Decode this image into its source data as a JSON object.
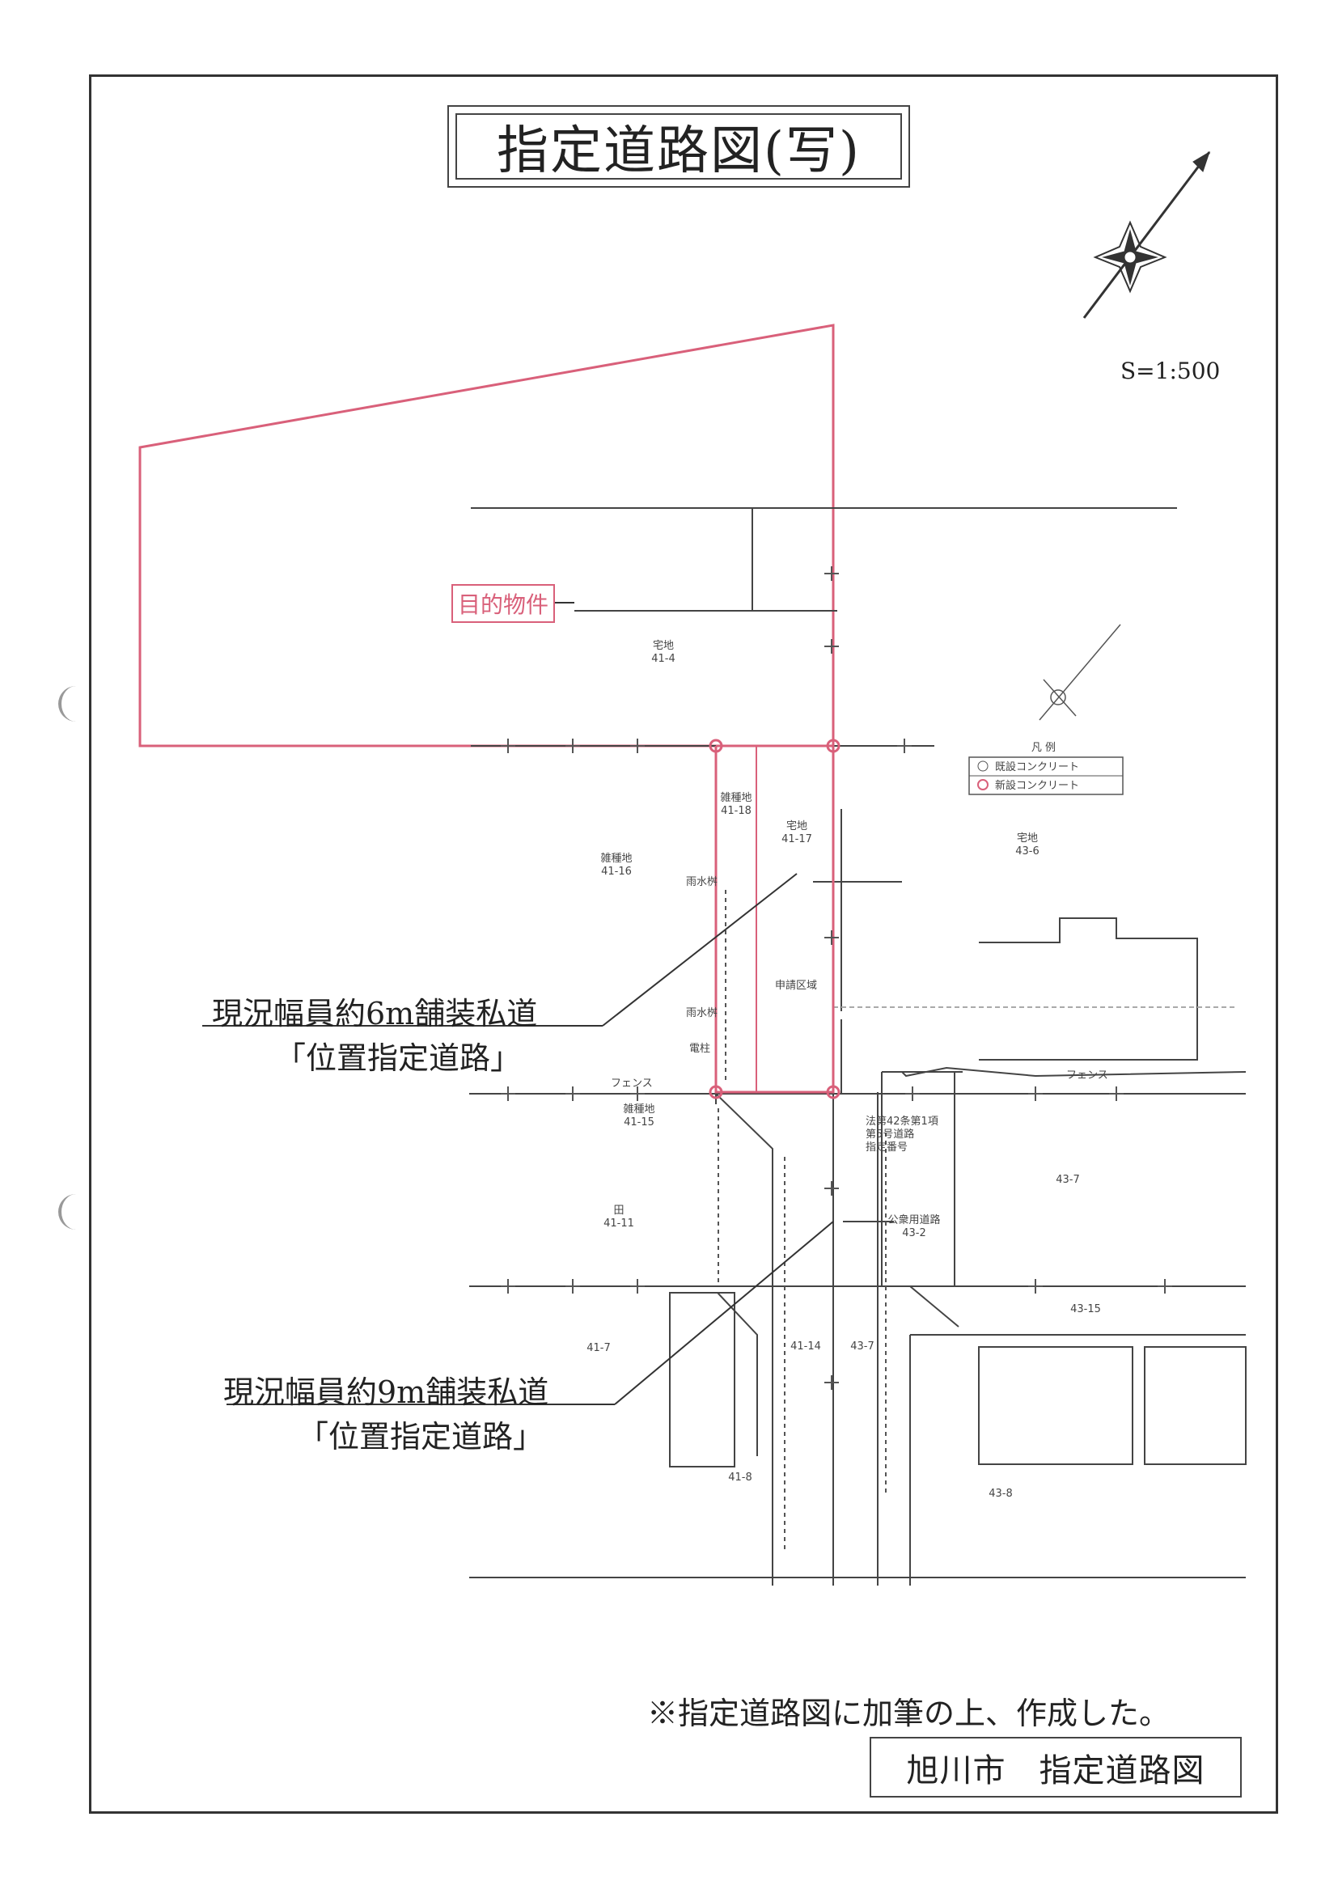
{
  "title": "指定道路図(写)",
  "scale": "S=1:500",
  "target_property_label": "目的物件",
  "road_6m": {
    "line1": "現況幅員約6m舗装私道",
    "line2": "「位置指定道路」"
  },
  "road_9m": {
    "line1": "現況幅員約9m舗装私道",
    "line2": "「位置指定道路」"
  },
  "note": "※指定道路図に加筆の上、作成した。",
  "source": "旭川市　指定道路図",
  "legend": {
    "title": "凡 例",
    "existing": "既設コンクリート",
    "new": "新設コンクリート"
  },
  "parcels": {
    "p41_4": "宅地\n41-4",
    "p41_18": "雑種地\n41-18",
    "p41_17": "宅地\n41-17",
    "p41_16": "雑種地\n41-16",
    "p43_6": "宅地\n43-6",
    "p41_15": "雑種地\n41-15",
    "p41_11": "田\n41-11",
    "p43_7a": "43-7",
    "p43_15": "43-15",
    "p41_7": "41-7",
    "p41_14": "41-14",
    "p43_7b": "43-7",
    "p41_8": "41-8",
    "p43_8": "43-8",
    "p43_2": "公衆用道路\n43-2"
  },
  "map_text": {
    "fence_left": "フェンス",
    "fence_right": "フェンス",
    "application_area": "申請区域",
    "manhole_1": "雨水桝",
    "manhole_2": "雨水桝",
    "pole": "電柱",
    "designation": "法第42条第1項\n第5号道路\n指定番号"
  },
  "colors": {
    "boundary": "#d9607a",
    "line": "#444444"
  }
}
